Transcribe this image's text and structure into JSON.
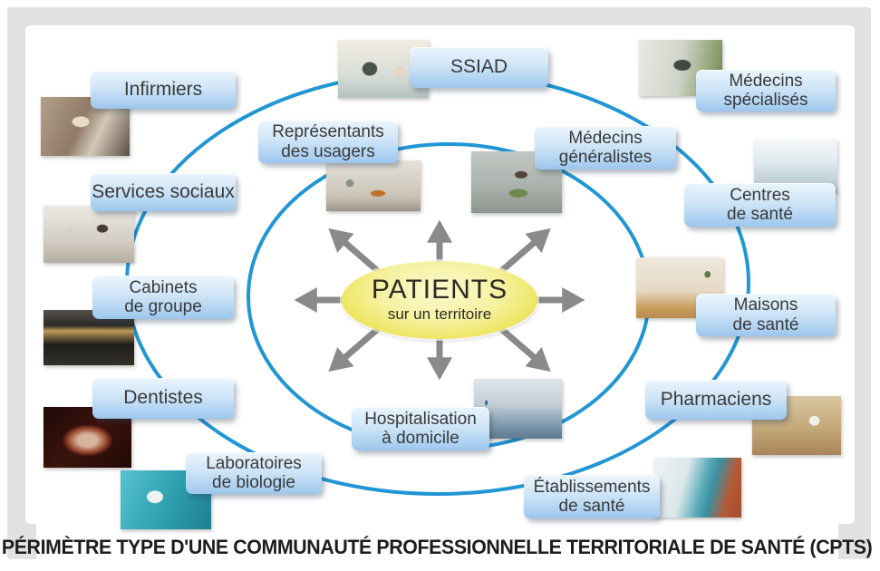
{
  "caption": "PÉRIMÈTRE TYPE D'UNE COMMUNAUTÉ PROFESSIONNELLE TERRITORIALE DE SANTÉ (CPTS)",
  "center": {
    "title": "PATIENTS",
    "subtitle": "sur un territoire"
  },
  "nodes": [
    {
      "id": "infirmiers",
      "line1": "Infirmiers",
      "line2": ""
    },
    {
      "id": "ssiad",
      "line1": "SSIAD",
      "line2": ""
    },
    {
      "id": "medecins-specialises",
      "line1": "Médecins",
      "line2": "spécialisés"
    },
    {
      "id": "representants-des-usagers",
      "line1": "Représentants",
      "line2": "des usagers"
    },
    {
      "id": "medecins-generalistes",
      "line1": "Médecins",
      "line2": "généralistes"
    },
    {
      "id": "services-sociaux",
      "line1": "Services sociaux",
      "line2": ""
    },
    {
      "id": "centres-de-sante",
      "line1": "Centres",
      "line2": "de santé"
    },
    {
      "id": "cabinets-de-groupe",
      "line1": "Cabinets",
      "line2": "de groupe"
    },
    {
      "id": "maisons-de-sante",
      "line1": "Maisons",
      "line2": "de santé"
    },
    {
      "id": "dentistes",
      "line1": "Dentistes",
      "line2": ""
    },
    {
      "id": "pharmaciens",
      "line1": "Pharmaciens",
      "line2": ""
    },
    {
      "id": "hospitalisation-a-domicile",
      "line1": "Hospitalisation",
      "line2": "à domicile"
    },
    {
      "id": "laboratoires-de-biologie",
      "line1": "Laboratoires",
      "line2": "de biologie"
    },
    {
      "id": "etablissements-de-sante",
      "line1": "Établissements",
      "line2": "de santé"
    }
  ],
  "photos": [
    {
      "id": "infirmiers",
      "desc": "Infirmier prenant la tension d'un homme âgé"
    },
    {
      "id": "ssiad",
      "desc": "Aide-soignant accompagnant une personne âgée à domicile"
    },
    {
      "id": "medecins-specialises",
      "desc": "Médecin spécialiste consultant un dossier"
    },
    {
      "id": "representants-des-usagers",
      "desc": "Réunion de représentants des usagers"
    },
    {
      "id": "medecins-generalistes",
      "desc": "Médecin généraliste en consultation"
    },
    {
      "id": "services-sociaux",
      "desc": "Travailleuse sociale avec une personne âgée"
    },
    {
      "id": "centres-de-sante",
      "desc": "Hall d'un centre de santé"
    },
    {
      "id": "maisons-de-sante",
      "desc": "Accueil d'une maison de santé"
    },
    {
      "id": "cabinets-de-groupe",
      "desc": "Façade d'un cabinet de groupe"
    },
    {
      "id": "dentistes",
      "desc": "Gros plan de soin dentaire"
    },
    {
      "id": "laboratoires-de-biologie",
      "desc": "Technicienne de laboratoire au microscope"
    },
    {
      "id": "hospitalisation-a-domicile",
      "desc": "Lit médicalisé d'hospitalisation à domicile"
    },
    {
      "id": "pharmaciens",
      "desc": "Pharmacienne devant un tiroir d'officine"
    },
    {
      "id": "etablissements-de-sante",
      "desc": "Bâtiment moderne d'un établissement de santé"
    }
  ],
  "colors": {
    "connector_blue": "#2196d4",
    "arrow_gray": "#8a8a8a",
    "box_gradient_top": "#eaf5fd",
    "box_gradient_bottom": "#9cc5ec",
    "center_yellow": "#ece353",
    "frame_gray": "#e2e2e2",
    "box_text": "#3a3a3a",
    "caption_text": "#1d1d1b"
  }
}
